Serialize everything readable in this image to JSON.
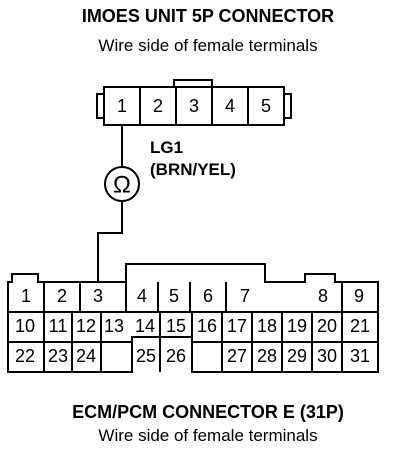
{
  "top_connector": {
    "title": "IMOES UNIT 5P CONNECTOR",
    "subtitle": "Wire side of female terminals",
    "terminals": [
      "1",
      "2",
      "3",
      "4",
      "5"
    ]
  },
  "wire": {
    "code": "LG1",
    "color": "(BRN/YEL)",
    "meter_symbol": "Ω"
  },
  "bottom_connector": {
    "title": "ECM/PCM CONNECTOR E (31P)",
    "subtitle": "Wire side of female terminals",
    "row1": [
      "1",
      "2",
      "3",
      "4",
      "5",
      "6",
      "7",
      "8",
      "9"
    ],
    "row2": [
      "10",
      "11",
      "12",
      "13",
      "14",
      "15",
      "16",
      "17",
      "18",
      "19",
      "20",
      "21"
    ],
    "row3": [
      "22",
      "23",
      "24",
      "25",
      "26",
      "27",
      "28",
      "29",
      "30",
      "31"
    ]
  }
}
